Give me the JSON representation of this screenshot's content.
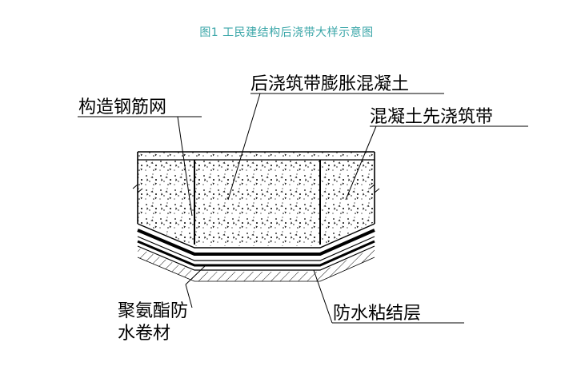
{
  "caption": "图1 工民建结构后浇带大样示意图",
  "labels": {
    "post_pour_concrete": "后浇筑带膨胀混凝土",
    "rebar_mesh": "构造钢筋网",
    "pre_pour_concrete": "混凝土先浇筑带",
    "membrane_line1": "聚氨酯防",
    "membrane_line2": "水卷材",
    "adhesive_layer": "防水粘结层"
  },
  "colors": {
    "caption": "#3aa6a8",
    "line": "#000000",
    "background": "#ffffff"
  }
}
